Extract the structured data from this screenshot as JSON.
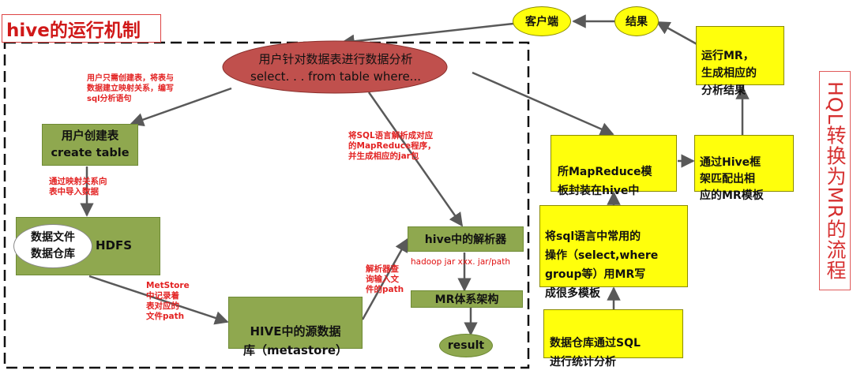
{
  "title": "hive的运行机制",
  "side_title": "HQL转换为MR的流程",
  "nodes": {
    "analysis_line1": "用户针对数据表进行数据分析",
    "analysis_line2": "select. . . from  table where...",
    "client": "客户端",
    "result_top": "结果",
    "run_mr": "运行MR，\n生成相应的\n分析结果",
    "user_create_line1": "用户创建表",
    "user_create_line2": "create table",
    "data_file": "数据文件\n数据仓库",
    "hdfs": "HDFS",
    "parser": "hive中的解析器",
    "hadoop_cmd": "hadoop  jar  xxx. jar/path",
    "mr_arch": "MR体系架构",
    "result": "result",
    "metastore": "HIVE中的源数据\n库（metastore）",
    "mr_template_encap": "所MapReduce模\n板封装在hive中",
    "match_template": "通过Hive框\n架匹配出相\n应的MR模板",
    "write_templates": "将sql语言中常用的\n操作（select,where\ngroup等）用MR写\n成很多模板",
    "sql_stats": "数据仓库通过SQL\n进行统计分析"
  },
  "annotations": {
    "create_mapping": "用户只需创建表，将表与\n数据建立映射关系，编写\nsql分析语句",
    "import_data": "通过映射关系向\n表中导入数据",
    "parse_sql": "将SQL语言解析成对应\n的MapReduce程序，\n并生成相应的jar包",
    "metastore_path": "MetStore\n中记录着\n表对应的\n文件path",
    "parser_query": "解析器查\n询输入文\n件的path"
  },
  "colors": {
    "green_box": "#8fa84f",
    "yellow_box": "#ffff0c",
    "ellipse": "#c0504d",
    "annotation_red": "#e32222",
    "arrow": "#595959"
  }
}
